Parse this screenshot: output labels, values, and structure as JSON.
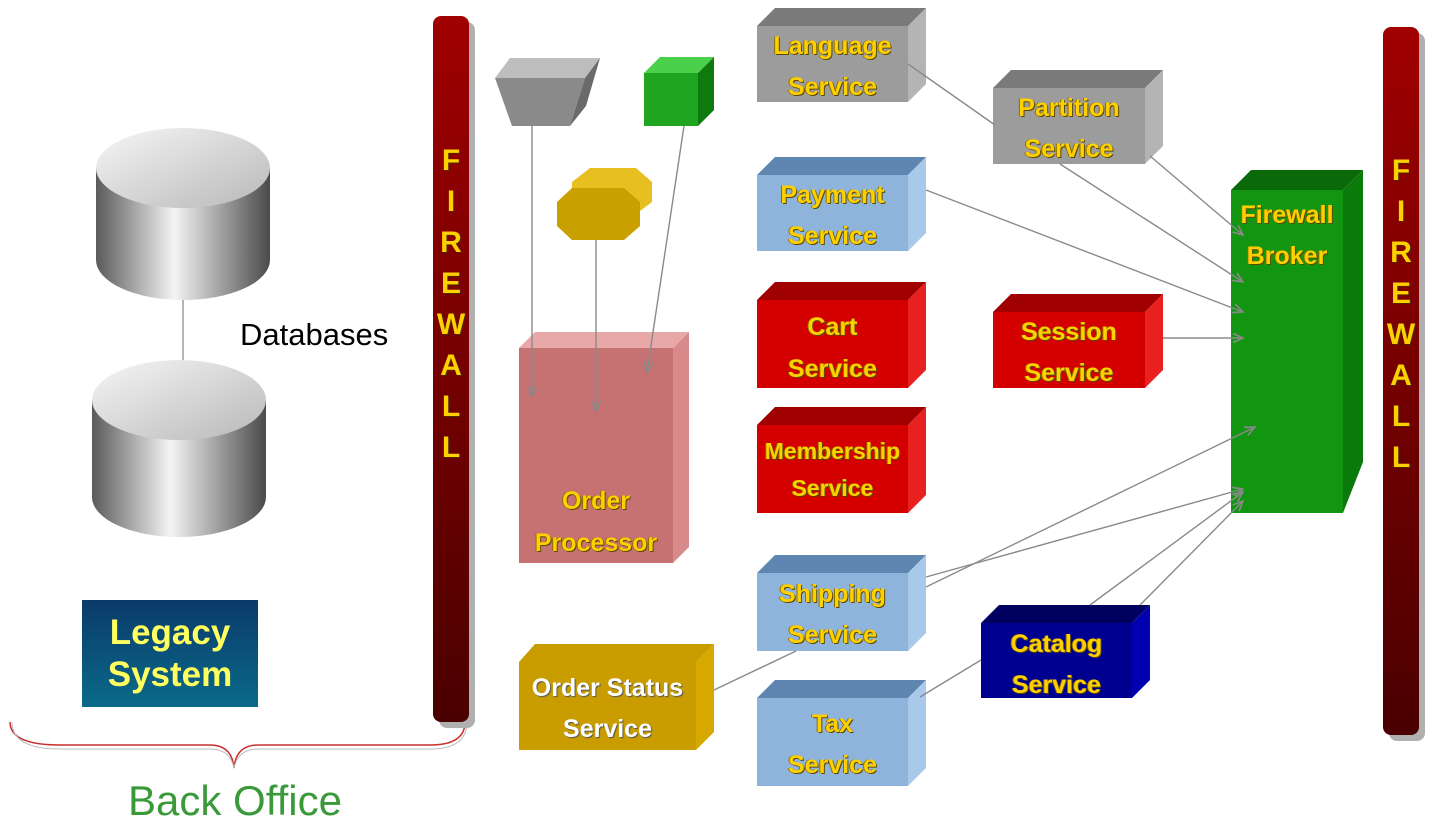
{
  "labels": {
    "databases": "Databases",
    "legacy_line1": "Legacy",
    "legacy_line2": "System",
    "back_office": "Back Office",
    "firewall_left": [
      "F",
      "I",
      "R",
      "E",
      "W",
      "A",
      "L",
      "L"
    ],
    "firewall_right": [
      "F",
      "I",
      "R",
      "E",
      "W",
      "A",
      "L",
      "L"
    ]
  },
  "services": {
    "order_processor": [
      "Order",
      "Processor"
    ],
    "order_status": [
      "Order Status",
      "Service"
    ],
    "language": [
      "Language",
      "Service"
    ],
    "payment": [
      "Payment",
      "Service"
    ],
    "cart": [
      "Cart",
      "Service"
    ],
    "membership": [
      "Membership",
      "Service"
    ],
    "shipping": [
      "Shipping",
      "Service"
    ],
    "tax": [
      "Tax",
      "Service"
    ],
    "partition": [
      "Partition",
      "Service"
    ],
    "session": [
      "Session",
      "Service"
    ],
    "catalog": [
      "Catalog",
      "Service"
    ],
    "firewall_broker": [
      "Firewall",
      "Broker"
    ]
  },
  "colors": {
    "firewall": "#8b0000",
    "gray_service": "#9c9c9c",
    "blue_service": "#8fb4dc",
    "red_service": "#e00000",
    "order_processor": "#d88a8a",
    "gold": "#d6a800",
    "green": "#1a9a1a",
    "navy": "#000090",
    "legacy": "#0a4a7a",
    "label_yellow": "#ffd000",
    "back_office_green": "#3a9a3a"
  }
}
